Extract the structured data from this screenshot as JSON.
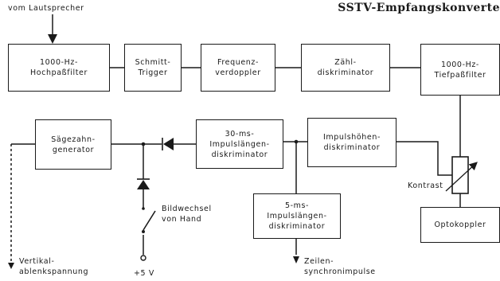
{
  "title": "SSTV-Empfangskonverte",
  "input_label": "vom Lautsprecher",
  "blocks": {
    "highpass": "1000-Hz-\nHochpaßfilter",
    "schmitt": "Schmitt-\nTrigger",
    "doubler": "Frequenz-\nverdoppler",
    "counter": "Zähl-\ndiskriminator",
    "lowpass": "1000-Hz-\nTiefpaßfilter",
    "sawtooth": "Sägezahn-\ngenerator",
    "pulse30": "30-ms-\nImpulslängen-\ndiskriminator",
    "pulseheight": "Impulshöhen-\ndiskriminator",
    "pulse5": "5-ms-\nImpulslängen-\ndiskriminator",
    "optocoupler": "Optokoppler"
  },
  "labels": {
    "contrast": "Kontrast",
    "manual_switch": "Bildwechsel\nvon Hand",
    "vertical_output": "Vertikal-\nablenkspannung",
    "supply": "+5 V",
    "line_sync_output": "Zeilen-\nsynchronimpulse"
  }
}
